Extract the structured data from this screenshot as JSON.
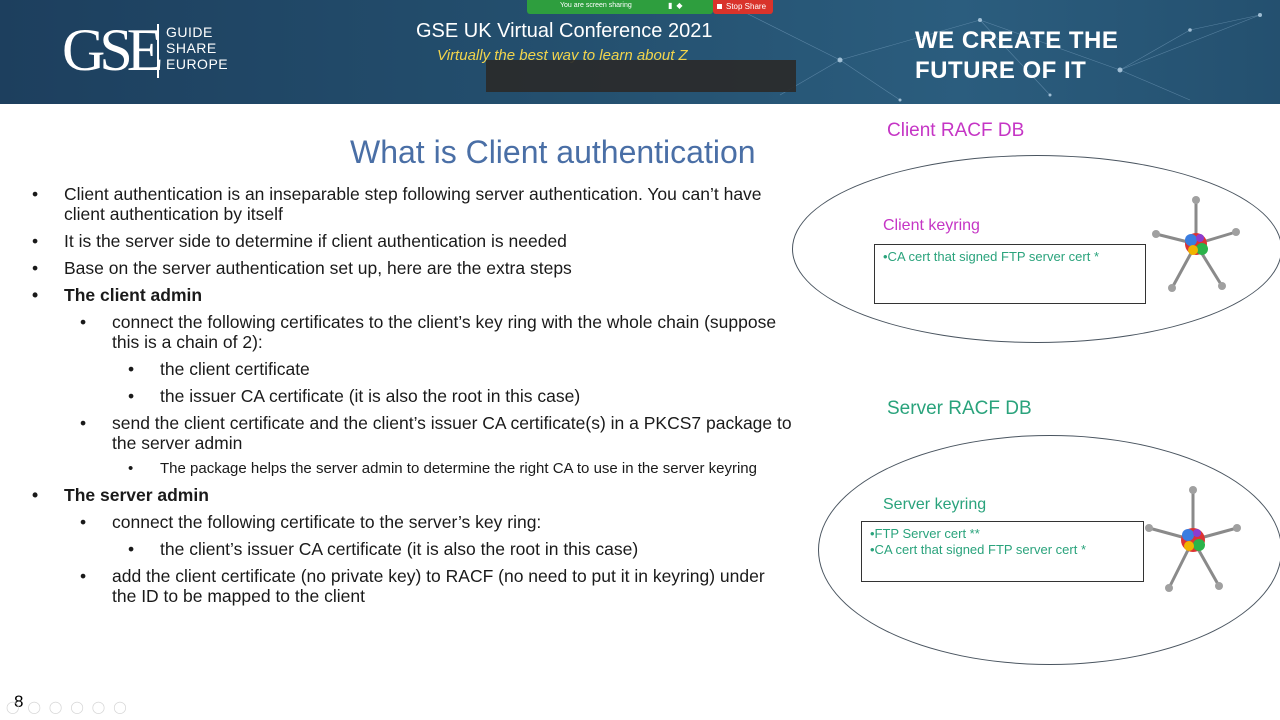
{
  "banner": {
    "logo_mark": "GSE",
    "logo_lines": [
      "GUIDE",
      "SHARE",
      "EUROPE"
    ],
    "conference_title": "GSE UK Virtual Conference 2021",
    "conference_subtitle": "Virtually the best way to learn about Z",
    "tagline_line1": "WE CREATE THE",
    "tagline_line2": "FUTURE OF IT"
  },
  "screen_share": {
    "status": "You are screen sharing",
    "stop_label": "Stop Share",
    "colors": {
      "bar": "#2e9e3e",
      "stop": "#d9332b"
    }
  },
  "slide": {
    "title": "What is Client authentication",
    "page_number": "8",
    "bullets": {
      "b1": "Client authentication is an inseparable step following server authentication. You can’t have client authentication by itself",
      "b2": "It is the server side to determine if client authentication is needed",
      "b3": "Base on the server authentication set up, here are the extra steps",
      "b4": "The client admin",
      "b4_1": "connect the following certificates to the client’s key ring with the whole chain (suppose this is a chain of 2):",
      "b4_1_1": "the client certificate",
      "b4_1_2": "the issuer CA certificate (it is also the root in this case)",
      "b4_2": "send the client certificate and the client’s issuer CA certificate(s) in a PKCS7 package  to the server admin",
      "b4_2_1": "The package helps the server admin to determine the right CA to use in the server keyring",
      "b5": "The server admin",
      "b5_1": "connect the following certificate to the server’s key ring:",
      "b5_1_1": "the client’s issuer CA certificate (it is also the root in this case)",
      "b5_2": "add the client certificate (no private key) to RACF (no need to put it in keyring) under the ID to be mapped to the client"
    },
    "bullet_glyph": "•"
  },
  "diagram": {
    "client": {
      "db_label": "Client RACF DB",
      "keyring_label": "Client keyring",
      "entries": [
        "•CA cert that signed FTP server cert *"
      ]
    },
    "server": {
      "db_label": "Server RACF DB",
      "keyring_label": "Server keyring",
      "entries": [
        "•FTP Server cert **",
        "•CA cert that signed FTP server cert *"
      ]
    },
    "colors": {
      "client": "#c535c5",
      "server": "#2aa37c",
      "title": "#4a6fa6"
    }
  }
}
